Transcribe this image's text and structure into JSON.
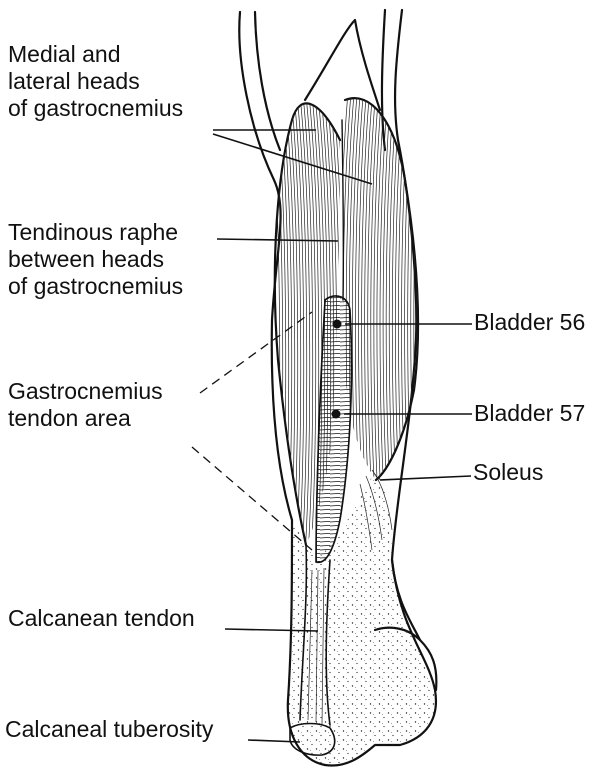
{
  "labels": {
    "gastrocnemius_heads": [
      "Medial and",
      "lateral heads",
      "of gastrocnemius"
    ],
    "raphe": [
      "Tendinous raphe",
      "between heads",
      "of gastrocnemius"
    ],
    "tendon_area": [
      "Gastrocnemius",
      "tendon area"
    ],
    "calcanean_tendon": "Calcanean tendon",
    "calcaneal_tuberosity": "Calcaneal tuberosity",
    "bladder_56": "Bladder 56",
    "bladder_57": "Bladder 57",
    "soleus": "Soleus"
  },
  "colors": {
    "ink": "#111111",
    "background": "#ffffff"
  }
}
